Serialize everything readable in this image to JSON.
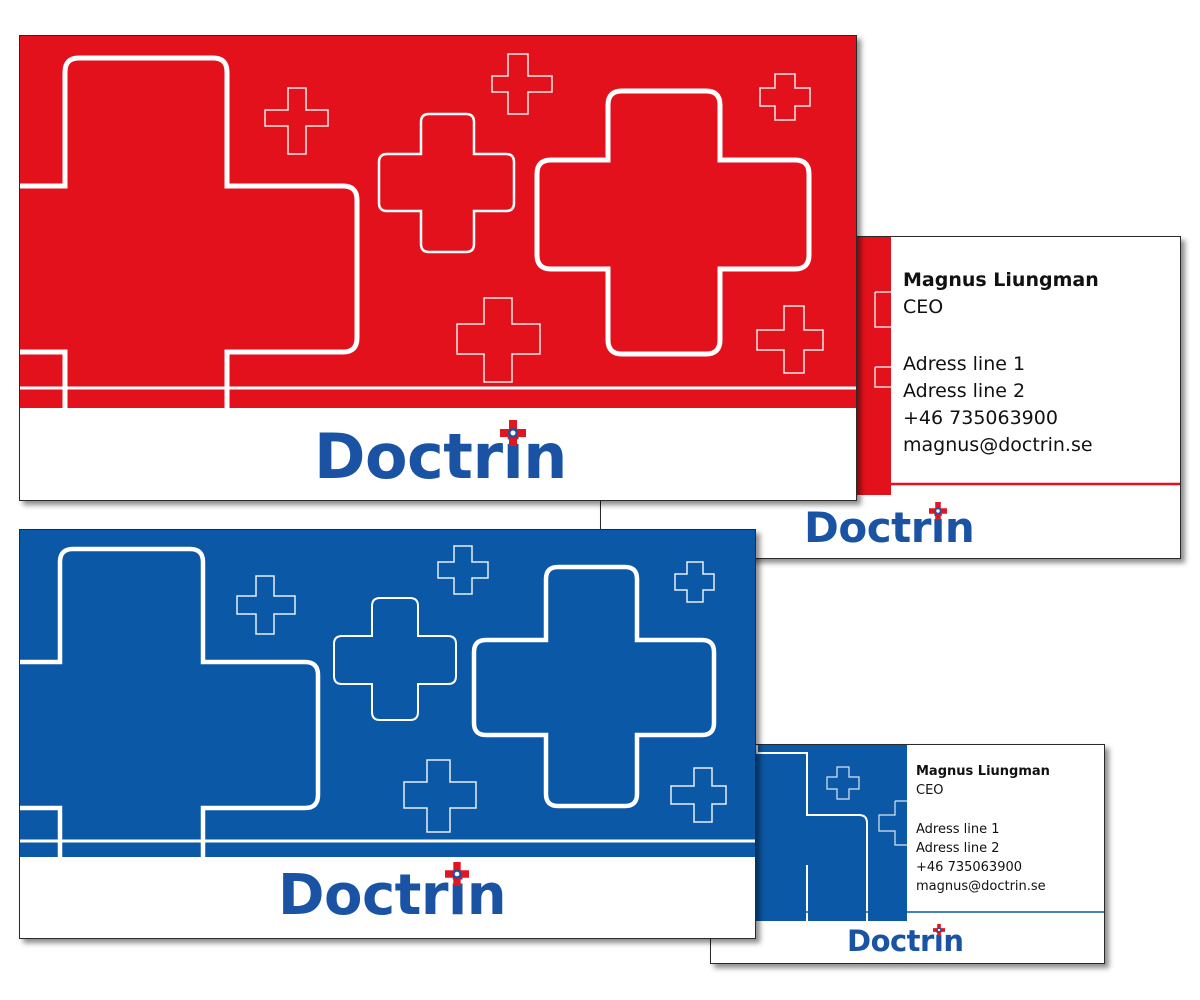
{
  "brand": {
    "name_main": "Doctr",
    "name_dot_letter": "i",
    "name_end": "n",
    "text_color": "#1a53a4",
    "mark_color": "#e3161f",
    "mark_center_color": "#1a53a4"
  },
  "themes": {
    "red": "#e3111b",
    "blue": "#0b58a6"
  },
  "contact": {
    "name": "Magnus Liungman",
    "title": "CEO",
    "address_line_1": "Adress line 1",
    "address_line_2": "Adress line 2",
    "phone": "+46 735063900",
    "email": "magnus@doctrin.se"
  },
  "cards": [
    {
      "id": "red-front",
      "theme": "red",
      "side": "front"
    },
    {
      "id": "red-back",
      "theme": "red",
      "side": "back"
    },
    {
      "id": "blue-front",
      "theme": "blue",
      "side": "front"
    },
    {
      "id": "blue-back",
      "theme": "blue",
      "side": "back"
    }
  ]
}
